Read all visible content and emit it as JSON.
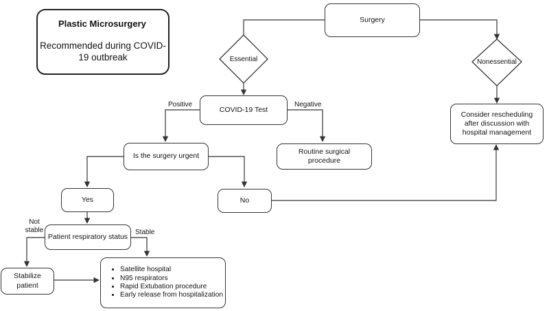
{
  "title": {
    "heading": "Plastic Microsurgery",
    "subtitle": "Recommended during COVID-19 outbreak"
  },
  "nodes": {
    "surgery": "Surgery",
    "essential": "Essential",
    "nonessential": "Nonessential",
    "covid_test": "COVID-19 Test",
    "reschedule": "Consider rescheduling after discussion with hospital management",
    "urgent": "Is the surgery urgent",
    "routine": "Routine surgical procedure",
    "yes": "Yes",
    "no": "No",
    "respiratory": "Patient respiratory status",
    "stabilize": "Stabilize patient",
    "measures": [
      "Satellite hospital",
      "N95 respirators",
      "Rapid Extubation procedure",
      "Early release from hospitalization"
    ]
  },
  "edge_labels": {
    "positive": "Positive",
    "negative": "Negative",
    "not_stable": "Not stable",
    "stable": "Stable"
  }
}
